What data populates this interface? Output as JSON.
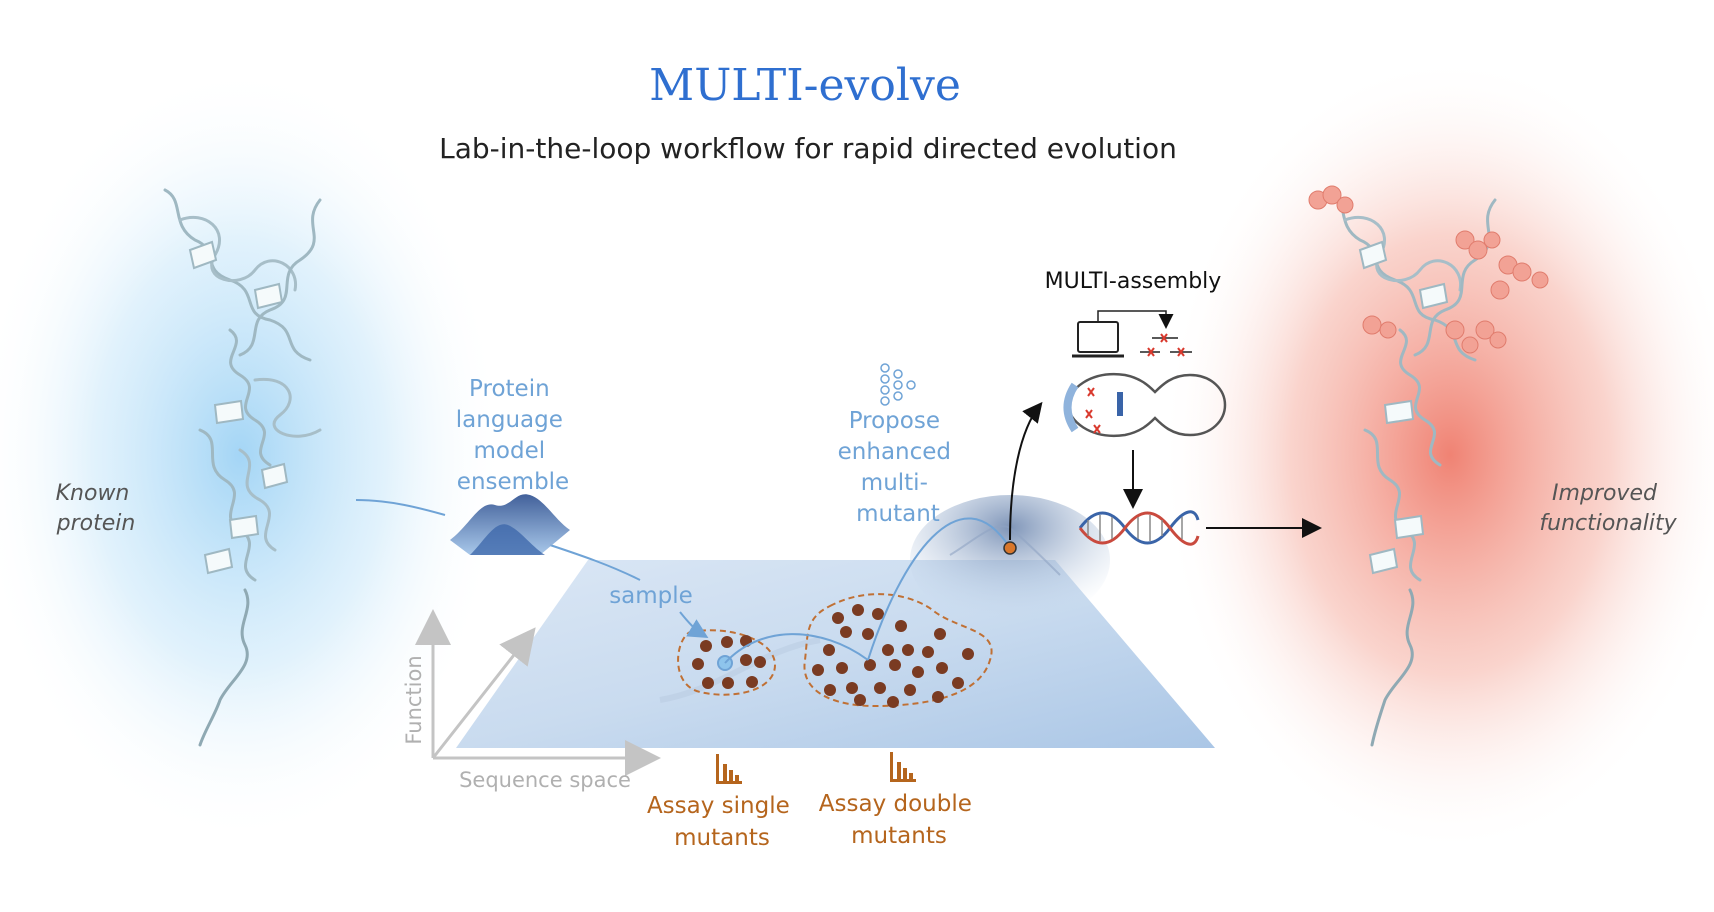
{
  "title": "MULTI-evolve",
  "subtitle": "Lab-in-the-loop workflow for rapid directed evolution",
  "left_label": [
    "Known",
    "protein"
  ],
  "right_label": [
    "Improved",
    "functionality"
  ],
  "plm_label": [
    "Protein",
    "language",
    "model",
    "ensemble"
  ],
  "propose_label": [
    "Propose",
    "enhanced",
    "multi-",
    "mutant"
  ],
  "sample_label": "sample",
  "multi_assembly_label": "MULTI-assembly",
  "axis": {
    "y_label": "Function",
    "x_label": "Sequence space"
  },
  "assay_single_label": [
    "Assay single",
    "mutants"
  ],
  "assay_double_label": [
    "Assay double",
    "mutants"
  ],
  "icons": {
    "protein_left": "protein-structure-icon",
    "protein_right": "protein-structure-mutated-icon",
    "plm": "landscape-peaks-icon",
    "network": "neural-network-icon",
    "assay_single": "bar-chart-icon",
    "assay_double": "bar-chart-icon",
    "laptop": "laptop-icon",
    "plasmid": "plasmid-icon",
    "dna": "dna-helix-icon"
  },
  "colors": {
    "title": "#2f6fd0",
    "blue_text": "#6fa3d6",
    "assay_text": "#b5651d",
    "dots": "#7a3b22",
    "peak_marker": "#d9772b",
    "left_glow": "#a9d8f5",
    "right_glow": "#f28b7c"
  }
}
